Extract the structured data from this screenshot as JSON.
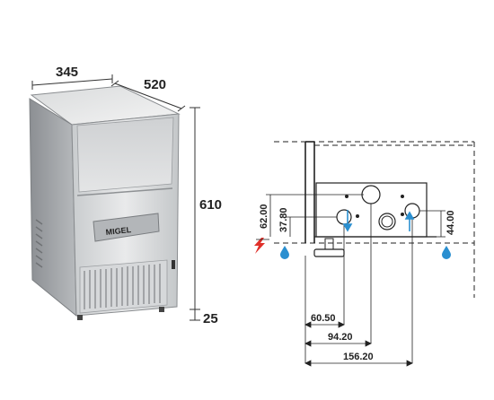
{
  "machine": {
    "brand": "MIGEL",
    "dims": {
      "width": "345",
      "depth": "520",
      "height": "610",
      "feet": "25"
    }
  },
  "drawing": {
    "vertical_dims": [
      "62.00",
      "37.80",
      "44.00"
    ],
    "horizontal_dims": [
      "60.50",
      "94.20",
      "156.20"
    ]
  },
  "colors": {
    "water_drop": "#2a8fd0",
    "arrow_blue": "#2a8fd0",
    "electric_red": "#e0302a"
  },
  "icons": [
    "electric-bolt-icon",
    "water-drop-icon"
  ]
}
